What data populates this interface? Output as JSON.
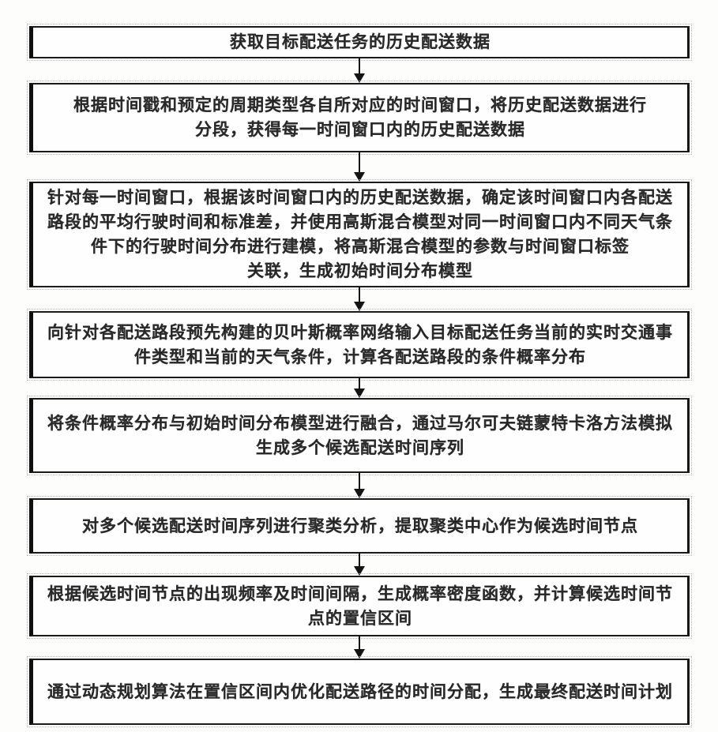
{
  "diagram": {
    "type": "flowchart",
    "orientation": "vertical",
    "colors": {
      "background": "#fdfdfc",
      "box_fill": "#fefefe",
      "border": "#1b1b1b",
      "text": "#1c1c1c",
      "arrow": "#141414"
    },
    "connector_style": "arrow-down",
    "steps": [
      {
        "text": "获取目标配送任务的历史配送数据"
      },
      {
        "text": "根据时间戳和预定的周期类型各自所对应的时间窗口，将历史配送数据进行\n分段，获得每一时间窗口内的历史配送数据"
      },
      {
        "text": "针对每一时间窗口，根据该时间窗口内的历史配送数据，确定该时间窗口内各配送\n路段的平均行驶时间和标准差，并使用高斯混合模型对同一时间窗口内不同天气条\n件下的行驶时间分布进行建模，将高斯混合模型的参数与时间窗口标签\n关联，生成初始时间分布模型"
      },
      {
        "text": "向针对各配送路段预先构建的贝叶斯概率网络输入目标配送任务当前的实时交通事\n件类型和当前的天气条件，计算各配送路段的条件概率分布"
      },
      {
        "text": "将条件概率分布与初始时间分布模型进行融合，通过马尔可夫链蒙特卡洛方法模拟\n生成多个候选配送时间序列"
      },
      {
        "text": "对多个候选配送时间序列进行聚类分析，提取聚类中心作为候选时间节点"
      },
      {
        "text": "根据候选时间节点的出现频率及时间间隔，生成概率密度函数，并计算候选时间节\n点的置信区间"
      },
      {
        "text": "通过动态规划算法在置信区间内优化配送路径的时间分配，生成最终配送时间计划"
      }
    ]
  }
}
